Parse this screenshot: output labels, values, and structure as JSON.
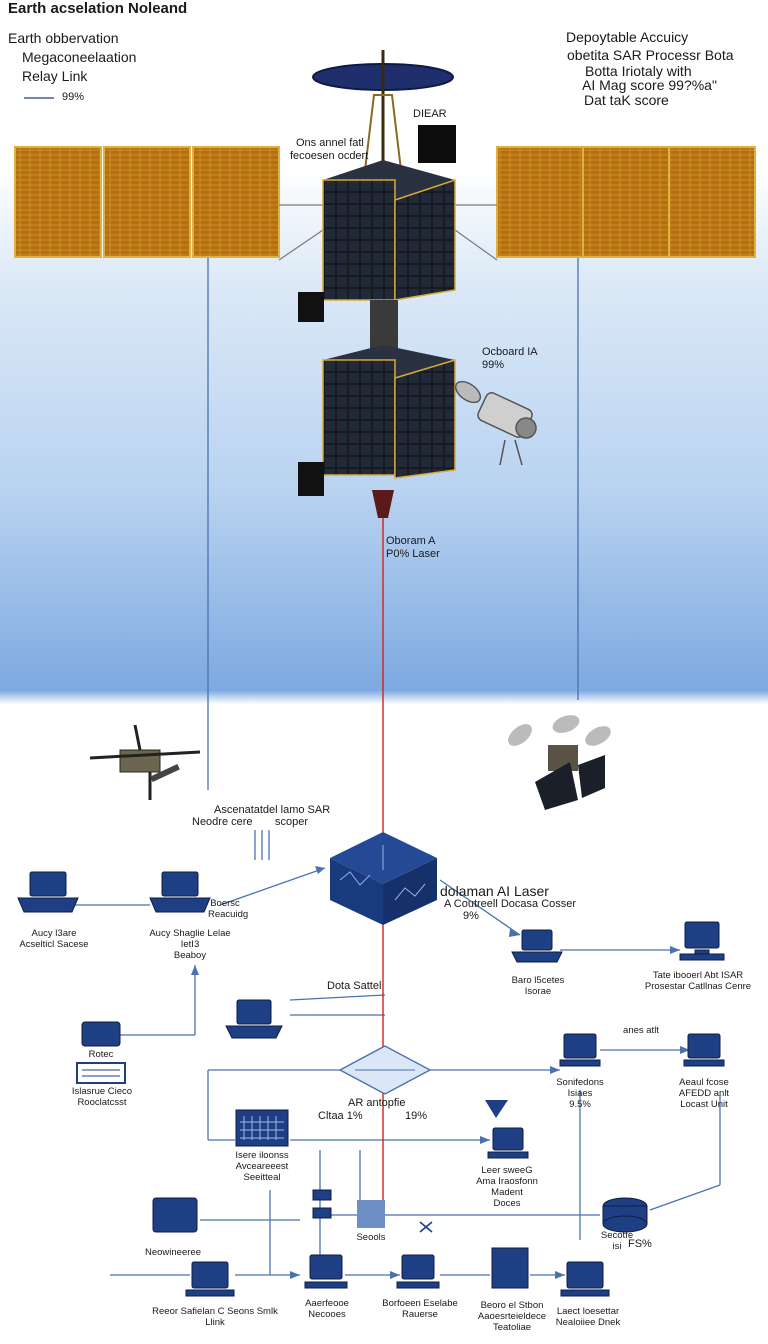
{
  "header": {
    "title": "Earth acselation Noleand",
    "left_lines": [
      "Earth obbervation",
      "Megaconeelaation",
      "Relay Link"
    ],
    "left_legend": "99%",
    "right_lines": [
      "Depoytable Accuicy",
      "obetita SAR Processr Bota",
      "Botta Iriotaly with",
      "AI Mag score 99?%a\"",
      "Dat taK score"
    ]
  },
  "satellite": {
    "dear_label": "DIEAR",
    "top_note": [
      "Ons annel fatl",
      "fecoesen ocdert"
    ],
    "onboard_ia": [
      "Ocboard IA",
      "99%"
    ],
    "laser": [
      "Oboram A",
      "P0% Laser"
    ]
  },
  "ground": {
    "sar_note": [
      "Ascenatatdel lamo SAR",
      "Neodre cere",
      "scoper"
    ],
    "cube_label": "dolaman AI Laser",
    "cube_sub": "A Coutreell Docasa Cosser",
    "cube_pct": "9%",
    "data_satel": "Dota Sattel",
    "diamond_label": "AR antopfie",
    "diamond_sub": "Cltaa 1%",
    "diamond_pct": "19%",
    "fs_pct": "FS%",
    "nodes": [
      {
        "id": "lap1",
        "label": "Aucy l3are\nAcselticl Sacese"
      },
      {
        "id": "lap2",
        "label": "Aucy Shaglie Lelae\nIetI3\nBeaboy"
      },
      {
        "id": "side1",
        "label": "Boersc\nReacuidg"
      },
      {
        "id": "lap3",
        "label": "Baro l5cetes\nIsorae"
      },
      {
        "id": "mon1",
        "label": "Tate ibooerl Abt ISAR\nProsestar Catllnas Cenre"
      },
      {
        "id": "ic1",
        "label": "Rotec"
      },
      {
        "id": "ic2",
        "label": "Islasrue Cieco\nRooclatcsst"
      },
      {
        "id": "mon2",
        "label": "Sonifedons\nIsiaes\n9.5%"
      },
      {
        "id": "mon3",
        "label": "Aeaul fcose\nAFEDD anlt\nLocast Unit"
      },
      {
        "id": "note1",
        "label": "anes atlt"
      },
      {
        "id": "grid1",
        "label": "Isere iloonss\nAvceareeest\nSeeitteal"
      },
      {
        "id": "mon4",
        "label": "Leer sweeG\nAma Iraosfonn\nMadent\nDoces"
      },
      {
        "id": "ic3",
        "label": "Neowineeree"
      },
      {
        "id": "blk",
        "label": "Seools"
      },
      {
        "id": "disk",
        "label": "Secotfe\nisi"
      },
      {
        "id": "b1",
        "label": "Reeor Safielan C Seons Smlk\nLlink"
      },
      {
        "id": "b2",
        "label": "Aaerfeooe\nNecooes"
      },
      {
        "id": "b3",
        "label": "Borfoeen Eselabe\nRauerse"
      },
      {
        "id": "b4",
        "label": "Beoro el Stbon\nAaoesrteieldece\nTeatoliae"
      },
      {
        "id": "b5",
        "label": "Laect loesettar\nNealoiiee Dnek"
      }
    ]
  },
  "colors": {
    "panel": "#c98a1e",
    "navy": "#1f3f85",
    "laser": "#d32020",
    "line": "#4a72b0"
  }
}
